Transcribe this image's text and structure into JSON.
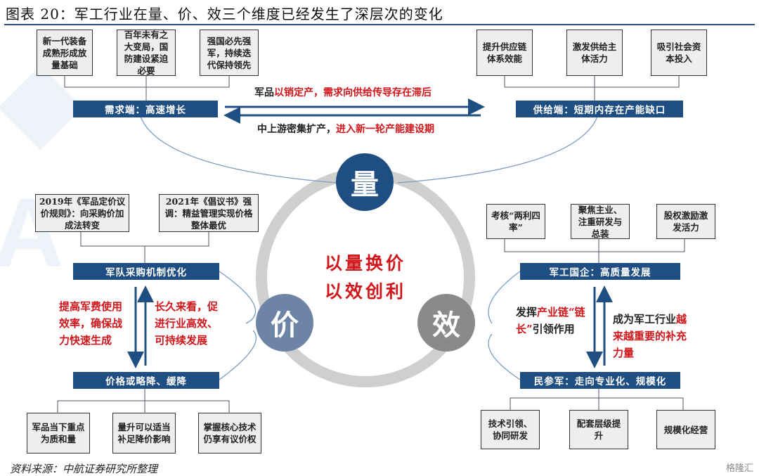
{
  "title": "图表 20：军工行业在量、价、效三个维度已经发生了深层次的变化",
  "source": "资料来源：中航证券研究所整理",
  "watermark": "格隆汇",
  "center": {
    "line1": "以量换价",
    "line2": "以效创利"
  },
  "circles": {
    "volume": "量",
    "price": "价",
    "efficiency": "效"
  },
  "top": {
    "demand_boxes": [
      "新一代装备成熟形成放量基础",
      "百年未有之大变局，国防建设紧迫必要",
      "强国必先强军，持续迭代保持领先"
    ],
    "supply_boxes": [
      "提升供应链体系效能",
      "激发供给主体活力",
      "吸引社会资本投入"
    ],
    "demand_bar": "需求端：高速增长",
    "supply_bar": "供给端：短期内存在产能缺口",
    "arrow_top_black": "军品",
    "arrow_top_red": "以销定产，需求向供给传导存在滞后",
    "arrow_bottom_black": "中上游密集扩产，",
    "arrow_bottom_red": "进入新一轮产能建设期"
  },
  "left": {
    "top_boxes": [
      "2019年《军品定价议价规则》：向采购价加成法转变",
      "2021年《倡议书》强调：精益管理实现价格整体最优"
    ],
    "bar_top": "军队采购机制优化",
    "bar_bottom": "价格或略降、缓降",
    "text_left": "提高军费使用效率，确保战力快速生成",
    "text_right": "长久来看，促进行业高效、可持续发展",
    "bottom_boxes": [
      "军品当下重点为质和量",
      "量升可以适当补足降价影响",
      "掌握核心技术仍享有议价权"
    ]
  },
  "right": {
    "top_boxes": [
      "考核“两利四率”",
      "聚焦主业、注重研发与总装",
      "股权激励激发活力"
    ],
    "bar_top": "军工国企：高质量发展",
    "bar_bottom": "民参军：走向专业化、规模化",
    "text_left_black1": "发挥",
    "text_left_red": "产业链“链长”",
    "text_left_black2": "引领作用",
    "text_right_black": "成为军工行业",
    "text_right_red": "越来越重要的补充力量",
    "bottom_boxes": [
      "技术引领、协同研发",
      "配套层级提升",
      "规模化经营"
    ]
  }
}
